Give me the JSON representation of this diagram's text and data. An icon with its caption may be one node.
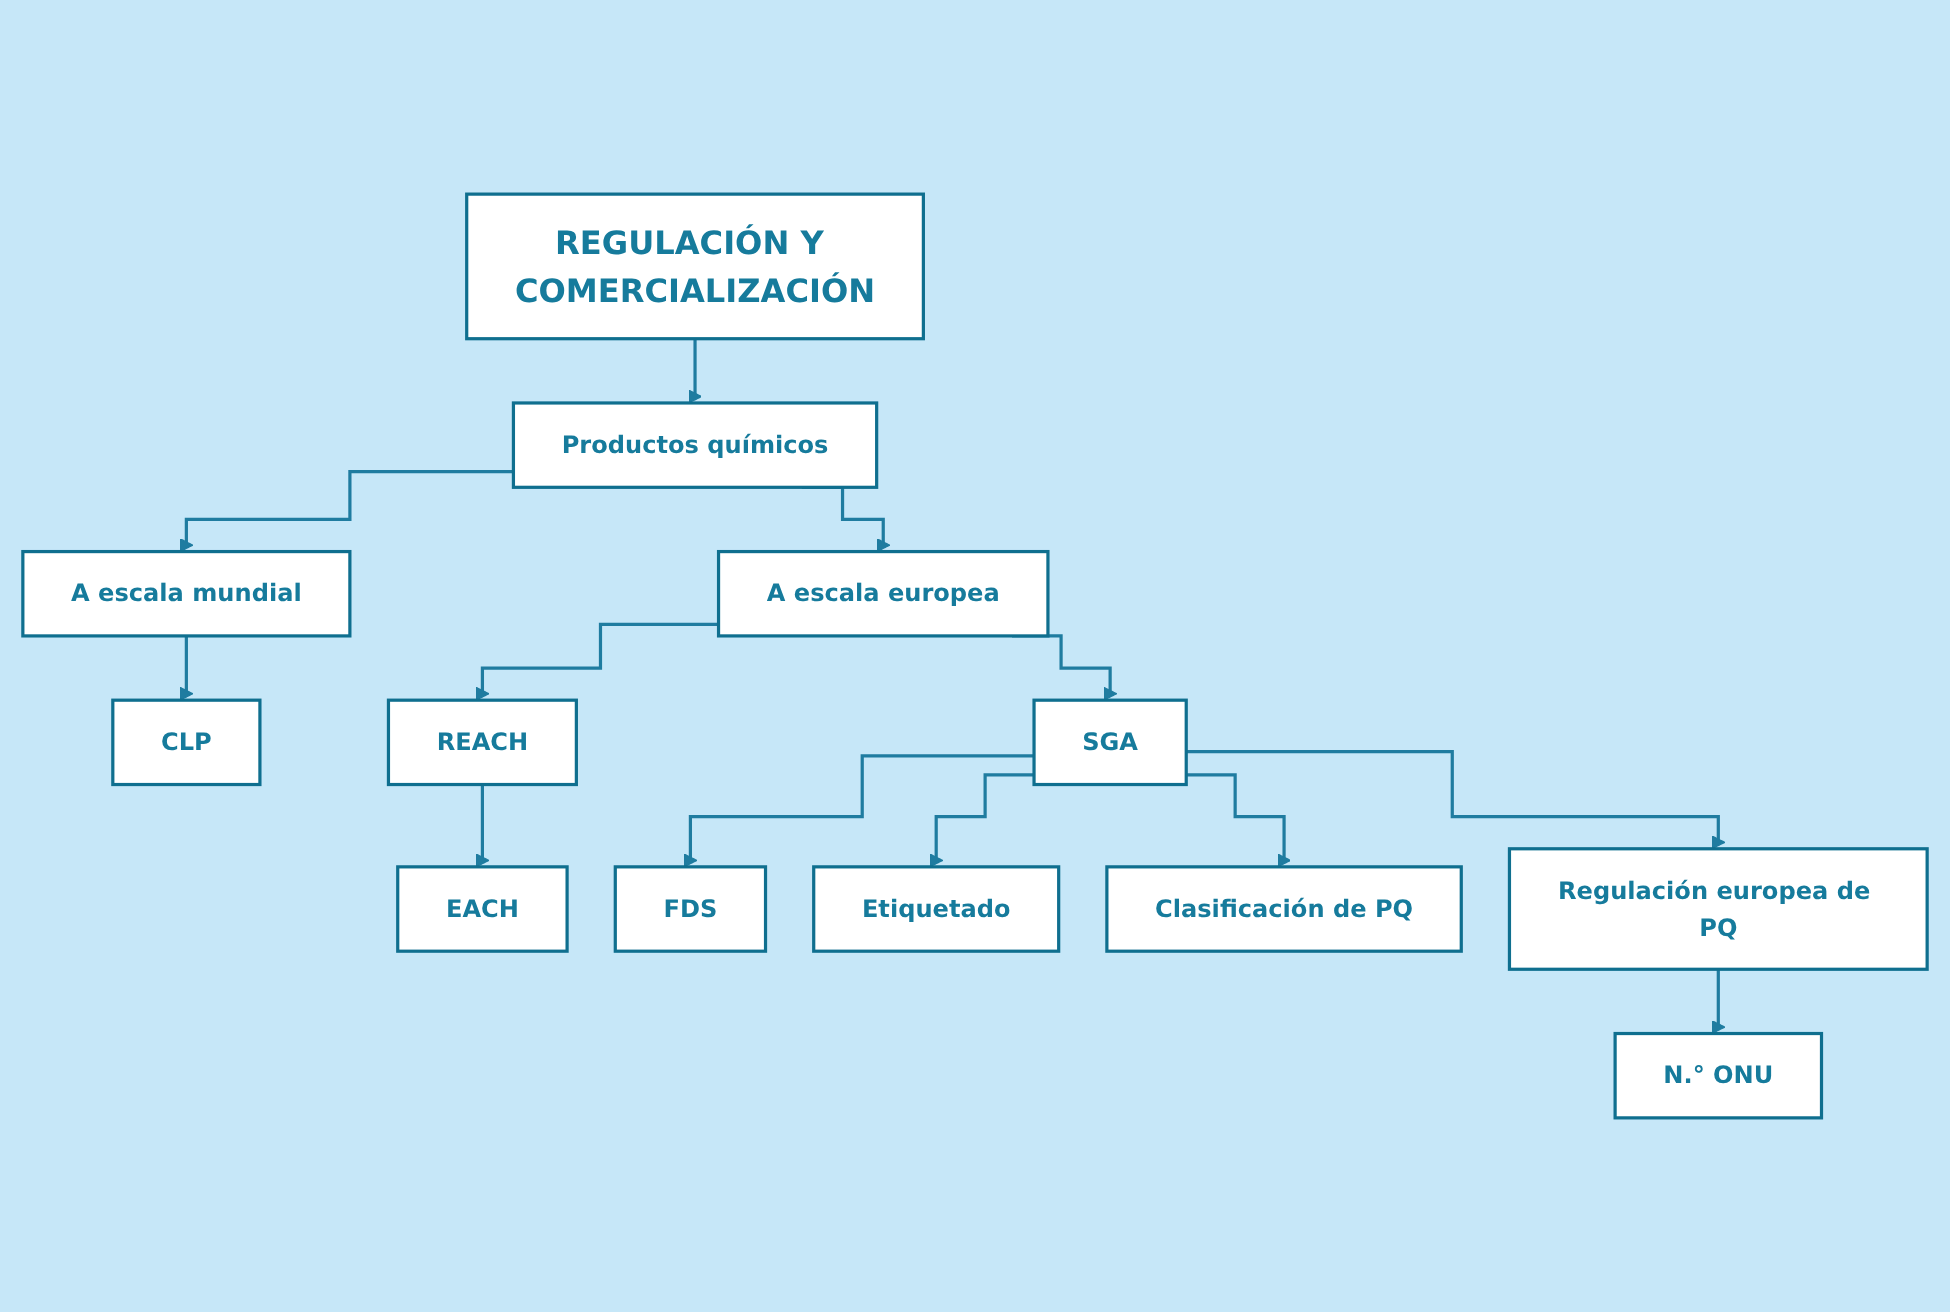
{
  "diagram": {
    "nodes": [
      {
        "text": [
          "REGULACIÓN Y COMERCIALIZACIÓN"
        ]
      },
      {
        "text": [
          "Productos químicos"
        ]
      },
      {
        "text": [
          "A escala mundial"
        ]
      },
      {
        "text": [
          "CLP"
        ]
      },
      {
        "text": [
          "A escala europea"
        ]
      },
      {
        "text": [
          "SGA"
        ]
      },
      {
        "text": [
          "REACH"
        ]
      },
      {
        "text": [
          "EACH"
        ]
      },
      {
        "text": [
          "FDS"
        ]
      },
      {
        "text": [
          "Etiquetado"
        ]
      },
      {
        "text": [
          "Clasificación de PQ"
        ]
      },
      {
        "text": [
          "Regulación europea de PQ"
        ]
      },
      {
        "text": [
          "N.° ONU"
        ]
      }
    ],
    "edges": [
      {
        "from": 0,
        "to": 1,
        "arrow": "to"
      },
      {
        "from": 1,
        "to": 2,
        "arrow": "to"
      },
      {
        "from": 2,
        "to": 3,
        "arrow": "to"
      },
      {
        "from": 1,
        "to": 4,
        "arrow": "to"
      },
      {
        "from": 4,
        "to": 5,
        "arrow": "to"
      },
      {
        "from": 4,
        "to": 6,
        "arrow": "to"
      },
      {
        "from": 6,
        "to": 7,
        "arrow": "to"
      },
      {
        "from": 5,
        "to": 8,
        "arrow": "to"
      },
      {
        "from": 5,
        "to": 9,
        "arrow": "to"
      },
      {
        "from": 5,
        "to": 10,
        "arrow": "to"
      },
      {
        "from": 5,
        "to": 11,
        "arrow": "to"
      },
      {
        "from": 11,
        "to": 12,
        "arrow": "to"
      }
    ]
  }
}
